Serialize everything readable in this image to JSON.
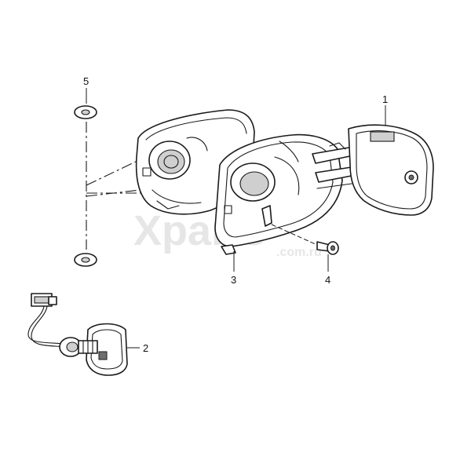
{
  "diagram": {
    "callouts": [
      {
        "id": "1",
        "label": "1"
      },
      {
        "id": "2",
        "label": "2"
      },
      {
        "id": "3",
        "label": "3"
      },
      {
        "id": "4",
        "label": "4"
      },
      {
        "id": "5",
        "label": "5"
      }
    ],
    "watermark": {
      "main": "Xparts",
      "sub": ".com.ru"
    },
    "colors": {
      "line": "#1a1a1a",
      "shade": "#cfcfcf",
      "watermark": "#e6e6e6"
    }
  }
}
